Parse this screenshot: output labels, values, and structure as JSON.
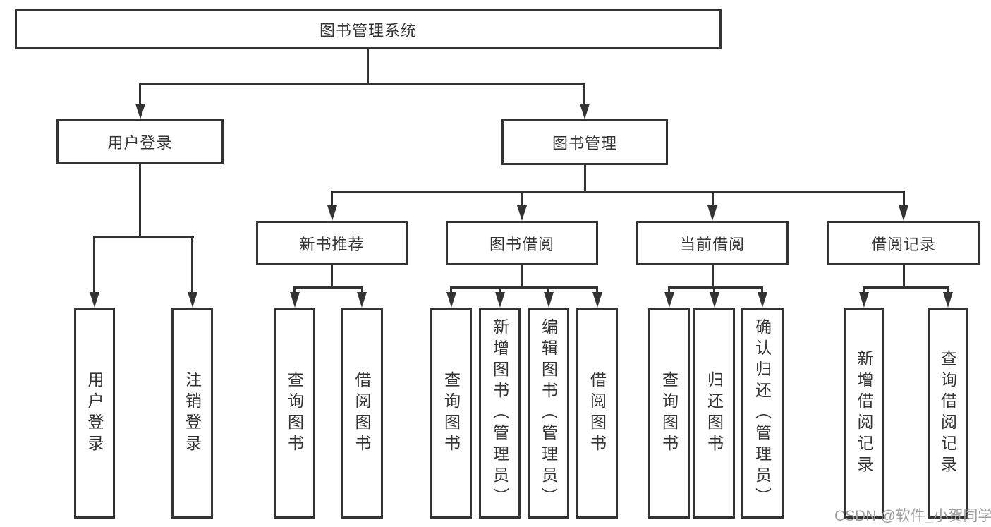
{
  "diagram": {
    "root": {
      "label": "图书管理系统"
    },
    "level2": [
      {
        "id": "user-login",
        "label": "用户登录"
      },
      {
        "id": "book-management",
        "label": "图书管理"
      }
    ],
    "level3": [
      {
        "id": "new-book-recommend",
        "label": "新书推荐"
      },
      {
        "id": "book-borrow",
        "label": "图书借阅"
      },
      {
        "id": "current-borrow",
        "label": "当前借阅"
      },
      {
        "id": "borrow-record",
        "label": "借阅记录"
      }
    ],
    "leaves": [
      {
        "id": "leaf-user-login",
        "label": "用户登录"
      },
      {
        "id": "leaf-logout",
        "label": "注销登录"
      },
      {
        "id": "leaf-query-books-recommend",
        "label": "查询图书"
      },
      {
        "id": "leaf-borrow-books-recommend",
        "label": "借阅图书"
      },
      {
        "id": "leaf-query-books-borrow",
        "label": "查询图书"
      },
      {
        "id": "leaf-add-books-admin",
        "label": "新增图书（管理员）"
      },
      {
        "id": "leaf-edit-books-admin",
        "label": "编辑图书（管理员）"
      },
      {
        "id": "leaf-borrow-books",
        "label": "借阅图书"
      },
      {
        "id": "leaf-query-books-current",
        "label": "查询图书"
      },
      {
        "id": "leaf-return-books",
        "label": "归还图书"
      },
      {
        "id": "leaf-confirm-return-admin",
        "label": "确认归还（管理员）"
      },
      {
        "id": "leaf-add-borrow-record",
        "label": "新增借阅记录"
      },
      {
        "id": "leaf-query-borrow-record",
        "label": "查询借阅记录"
      }
    ]
  },
  "watermark": {
    "text": "CSDN @软件_小贺同学",
    "color": "#9e9e9e"
  },
  "colors": {
    "line": "#333333",
    "text": "#333333",
    "box_background": "#ffffff",
    "page_background": "#ffffff"
  }
}
